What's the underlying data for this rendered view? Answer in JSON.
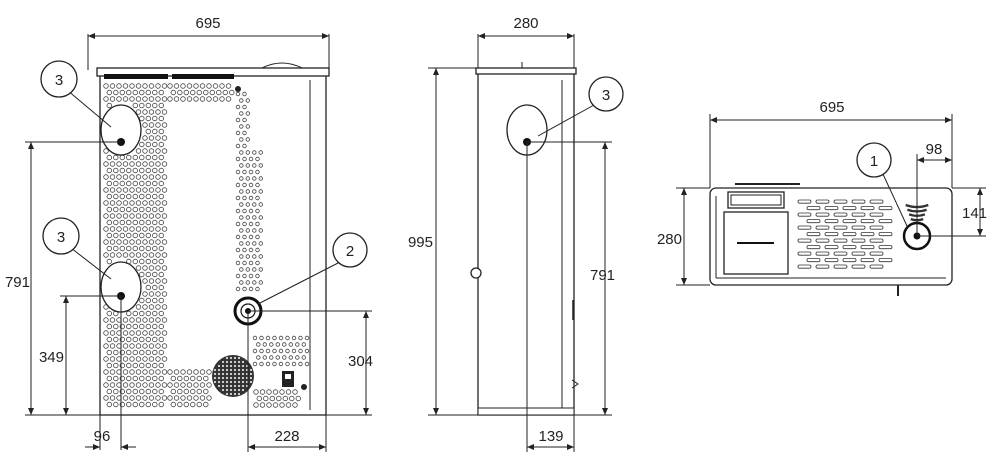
{
  "front_view": {
    "width_label": "695",
    "height_label": "791",
    "outlet_height_label": "349",
    "left_offset_label": "96",
    "connection_height_label": "304",
    "connection_offset_label": "228",
    "callout_top": "3",
    "callout_mid": "3",
    "callout_conn": "2"
  },
  "side_view": {
    "depth_label": "280",
    "total_height_label": "995",
    "outlet_height_label": "791",
    "outlet_offset_label": "139",
    "callout": "3"
  },
  "top_view": {
    "width_label": "695",
    "depth_label": "280",
    "flue_offset_x_label": "98",
    "flue_offset_y_label": "141",
    "callout": "1"
  }
}
